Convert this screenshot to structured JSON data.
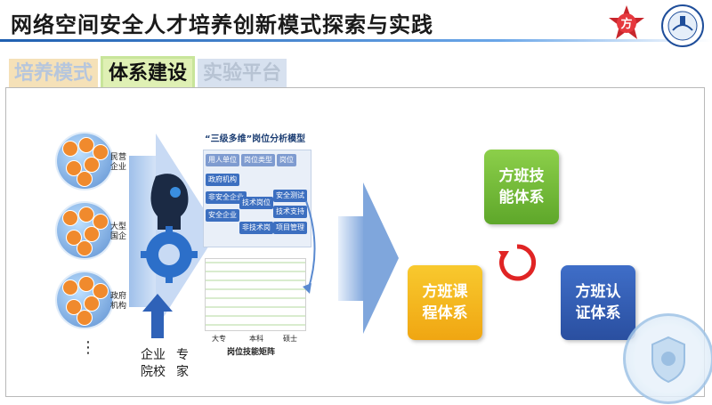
{
  "title": "网络空间安全人才培养创新模式探索与实践",
  "tabs": [
    {
      "label": "培养模式",
      "state": "inactive"
    },
    {
      "label": "体系建设",
      "state": "active"
    },
    {
      "label": "实验平台",
      "state": "inactive"
    }
  ],
  "clusters": [
    {
      "label": "民营企业",
      "label_line1": "民营",
      "label_line2": "企业"
    },
    {
      "label": "大型国企",
      "label_line1": "大型",
      "label_line2": "国企"
    },
    {
      "label": "政府机构",
      "label_line1": "政府",
      "label_line2": "机构"
    }
  ],
  "ellipsis": "⋮",
  "model": {
    "title": "“三级多维”岗位分析模型",
    "headers": [
      "用人单位",
      "岗位类型",
      "岗位"
    ],
    "units": [
      "政府机构",
      "非安全企业",
      "安全企业"
    ],
    "types": [
      "技术岗位",
      "非技术岗"
    ],
    "positions": [
      "安全测试",
      "技术支持",
      "项目管理"
    ]
  },
  "matrix": {
    "columns": [
      "大专",
      "本科",
      "硕士"
    ],
    "title": "岗位技能矩阵"
  },
  "contributors": {
    "enterprise": "企业",
    "school": "院校",
    "expert_1": "专",
    "expert_2": "家"
  },
  "cards": {
    "skill": {
      "line1": "方班技",
      "line2": "能体系"
    },
    "course": {
      "line1": "方班课",
      "line2": "程体系"
    },
    "cert": {
      "line1": "方班认",
      "line2": "证体系"
    }
  },
  "logo_text": "方",
  "colors": {
    "green": "#6ab43a",
    "orange": "#f2b21a",
    "blue": "#2f5cb4",
    "cycle": "#e02424"
  }
}
